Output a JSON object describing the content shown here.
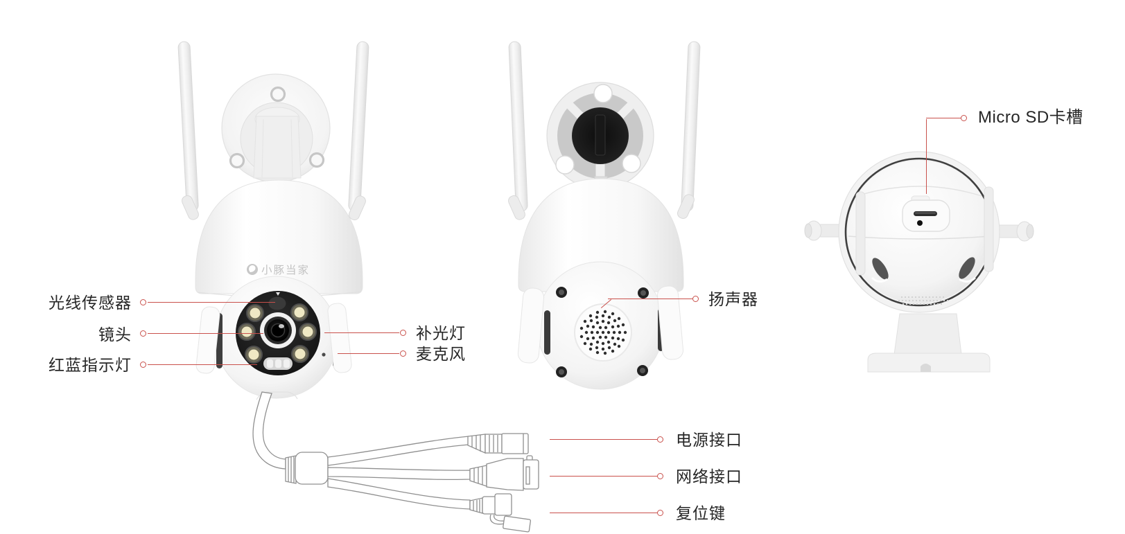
{
  "brand": {
    "logo_text": "小豚当家"
  },
  "colors": {
    "leader_line": "#c9504b",
    "label_text": "#262626",
    "background": "#ffffff",
    "camera_body": "#f5f5f5",
    "lens_module": "#1c1c1c"
  },
  "callouts": {
    "light_sensor": "光线传感器",
    "lens": "镜头",
    "indicator": "红蓝指示灯",
    "fill_light": "补光灯",
    "microphone": "麦克风",
    "speaker": "扬声器",
    "power_port": "电源接口",
    "network_port": "网络接口",
    "reset_button": "复位键",
    "sd_slot": "Micro SD卡槽"
  }
}
